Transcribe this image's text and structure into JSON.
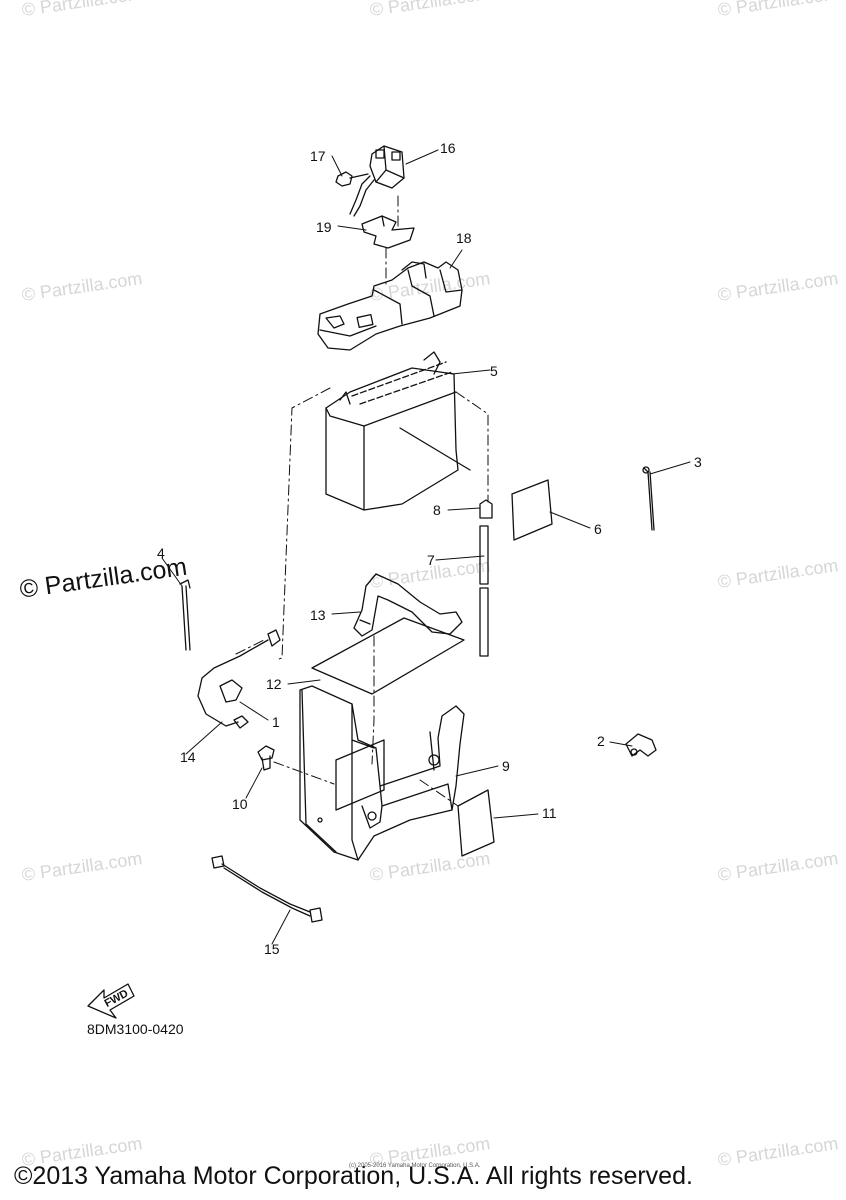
{
  "watermark": {
    "text": "© Partzilla.com",
    "color": "#d6d6d6"
  },
  "main_watermark": "© Partzilla.com",
  "callouts": {
    "c1": "1",
    "c2": "2",
    "c3": "3",
    "c4": "4",
    "c5": "5",
    "c6": "6",
    "c7": "7",
    "c8": "8",
    "c9": "9",
    "c10": "10",
    "c11": "11",
    "c12": "12",
    "c13": "13",
    "c14": "14",
    "c15": "15",
    "c16": "16",
    "c17": "17",
    "c18": "18",
    "c19": "19"
  },
  "fwd_label": "FWD",
  "diagram_code": "8DM3100-0420",
  "small_copyright": "(c) 2005-2016 Yamaha Motor Corporation, U.S.A.",
  "copyright": "©2013 Yamaha Motor Corporation, U.S.A. All rights reserved."
}
